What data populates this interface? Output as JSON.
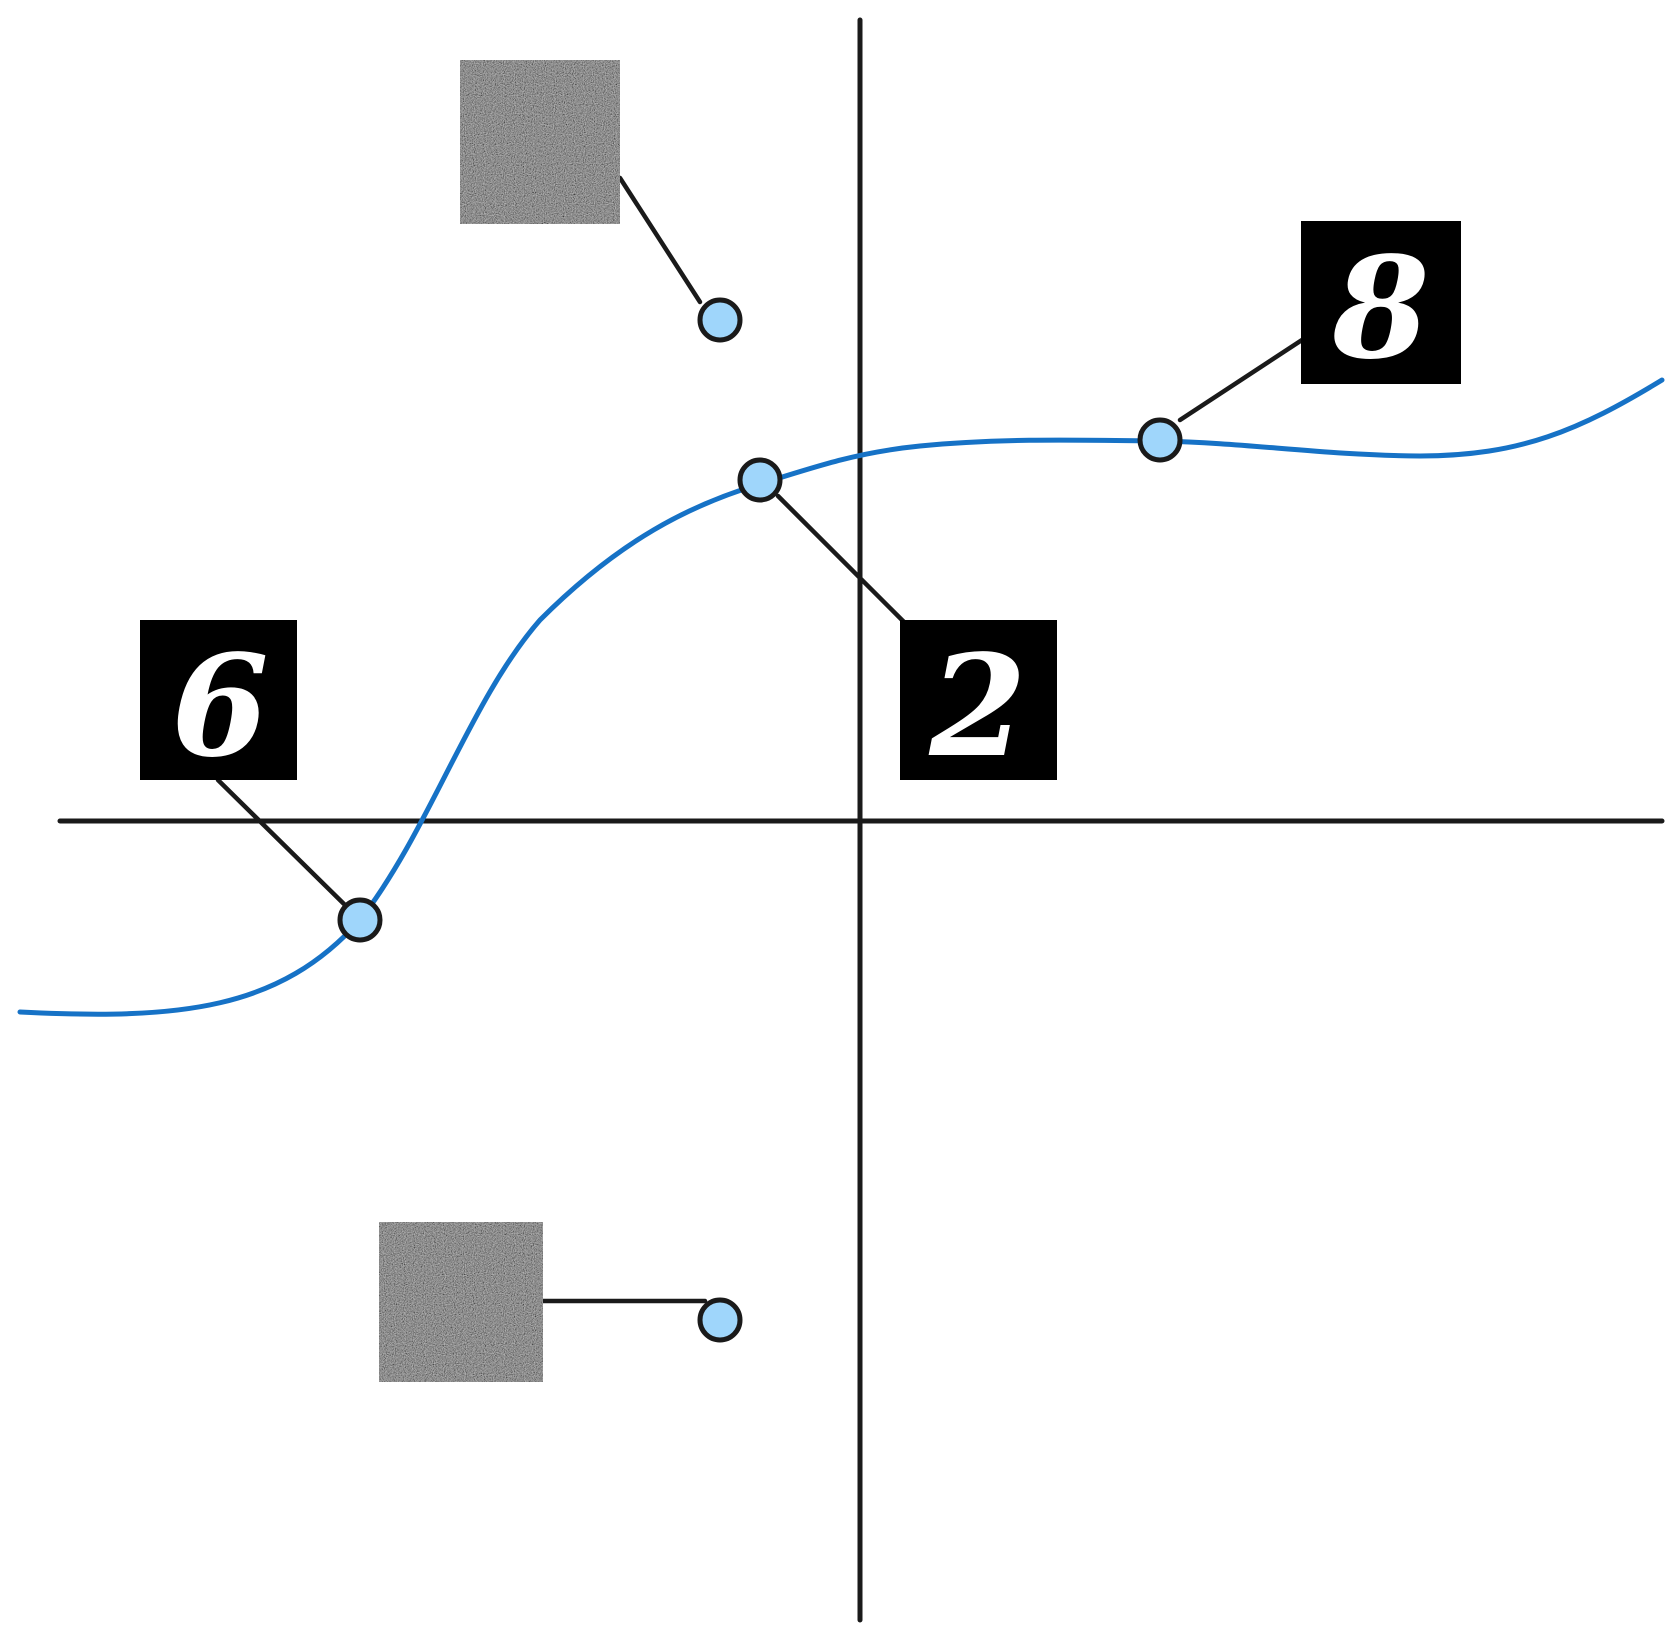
{
  "colors": {
    "curve": "#1672c6",
    "dot_fill": "#9fd6fb",
    "ink": "#1a1a1a",
    "thumb_black": "#000000",
    "noise_base": "#555555"
  },
  "samples": [
    {
      "id": "noise-top",
      "kind": "noise",
      "on_curve": false
    },
    {
      "id": "digit-8",
      "kind": "digit",
      "label": "8",
      "on_curve": true
    },
    {
      "id": "digit-2",
      "kind": "digit",
      "label": "2",
      "on_curve": true
    },
    {
      "id": "digit-6",
      "kind": "digit",
      "label": "6",
      "on_curve": true
    },
    {
      "id": "noise-bottom",
      "kind": "noise",
      "on_curve": false
    }
  ]
}
